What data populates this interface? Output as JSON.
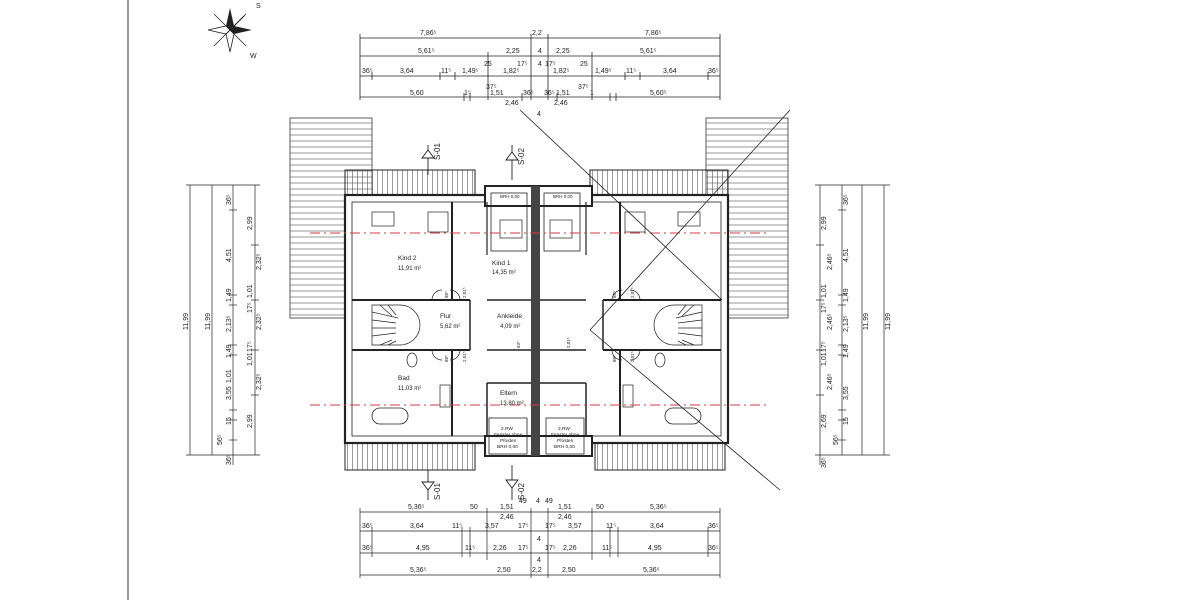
{
  "drawing": {
    "colors": {
      "line": "#222222",
      "hatch": "#555555",
      "axis": "#d23a4a",
      "paper": "#ffffff"
    },
    "north_arrow": {
      "icon": "compass-star-icon",
      "letters": [
        "S",
        "W"
      ]
    },
    "rooms": {
      "kind2": {
        "name": "Kind 2",
        "area": "11,91 m²"
      },
      "kind1": {
        "name": "Kind 1",
        "area": "14,35 m²"
      },
      "flur": {
        "name": "Flur",
        "area": "5,62 m²"
      },
      "ankleide": {
        "name": "Ankleide",
        "area": "4,09 m²"
      },
      "bad": {
        "name": "Bad",
        "area": "11,03 m²"
      },
      "eltern": {
        "name": "Eltern",
        "area": "13,80 m²"
      }
    },
    "window_note_left": {
      "l1": "2.RW",
      "l2": "Fenster ohne",
      "l3": "Pfosten",
      "l4": "BRH 0,00"
    },
    "window_note_right": {
      "l1": "2.RW",
      "l2": "Fenster ohne",
      "l3": "Pfosten",
      "l4": "BRH 0,00"
    },
    "brh_top_left": "BRH 0,00",
    "brh_top_right": "BRH 0,00",
    "sections": {
      "s01_top": "S-01",
      "s02_top": "S-02",
      "s01_bottom": "S-01",
      "s02_bottom": "S-02"
    },
    "dims_top": {
      "r1": [
        "7,86⁵",
        "2,2",
        "7,86⁵"
      ],
      "r2": [
        "5,61⁵",
        "2,25",
        "4",
        "2,25",
        "5,61⁵"
      ],
      "r3_small": [
        "25",
        "17⁵",
        "4",
        "17⁵",
        "25"
      ],
      "r3": [
        "36⁵",
        "3,64",
        "11⁵",
        "1,49⁵",
        "1,82⁵",
        "1,82⁵",
        "1,49⁵",
        "11⁵",
        "3,64",
        "36⁵"
      ],
      "r4_small": [
        "37⁵",
        "37⁵"
      ],
      "r4": [
        "5,60",
        "1⁵",
        "1,51",
        "36⁵",
        "36⁵",
        "1,51",
        "1",
        "5,60⁵"
      ],
      "r4_sub": [
        "2,46",
        "2,46"
      ],
      "center": "4"
    },
    "dims_bottom": {
      "r1": [
        "5,36⁵",
        "50",
        "1,51",
        "49",
        "4",
        "49",
        "1,51",
        "50",
        "5,36⁵"
      ],
      "r1_sub": [
        "2,46",
        "2,46"
      ],
      "r2": [
        "36⁵",
        "3,64",
        "11⁵",
        "3,57",
        "17⁵",
        "17⁵",
        "3,57",
        "11⁵",
        "3,64",
        "36⁵"
      ],
      "r2_center": "4",
      "r3": [
        "36⁵",
        "4,95",
        "11⁵",
        "2,26",
        "17⁵",
        "17⁵",
        "2,26",
        "11⁵",
        "4,95",
        "36⁵"
      ],
      "r3_center": "4",
      "r4": [
        "5,36⁵",
        "2,50",
        "2,2",
        "2,50",
        "5,36⁵"
      ]
    },
    "dims_left": {
      "overall_a": "11,99",
      "overall_b": "11,99",
      "c3": [
        "36⁵",
        "2,99",
        "4,51",
        "1,49",
        "2,13⁵",
        "1,49",
        "1,01",
        "3,55",
        "15",
        "2,99",
        "36⁵",
        "56⁵"
      ],
      "c4": [
        "2,32⁵",
        "1,01",
        "17⁵",
        "2,32⁵",
        "17⁵",
        "1,01",
        "2,32⁵"
      ]
    },
    "dims_right": {
      "overall_a": "11,99",
      "overall_b": "11,99",
      "c3": [
        "2,99",
        "36⁵",
        "4,51",
        "1,49",
        "2,13⁵",
        "1,49",
        "3,55",
        "15",
        "2,69",
        "56⁵",
        "36⁵"
      ],
      "c4": [
        "2,46⁵",
        "1,01",
        "17⁵",
        "2,46⁵",
        "17⁵",
        "1,01",
        "2,46⁵"
      ]
    },
    "door_labels": [
      "88⁵",
      "2,01⁵",
      "88⁵",
      "2,01⁵",
      "88⁵",
      "2,01⁵",
      "88⁵",
      "2,01⁵",
      "63⁵",
      "2,01⁵"
    ]
  }
}
